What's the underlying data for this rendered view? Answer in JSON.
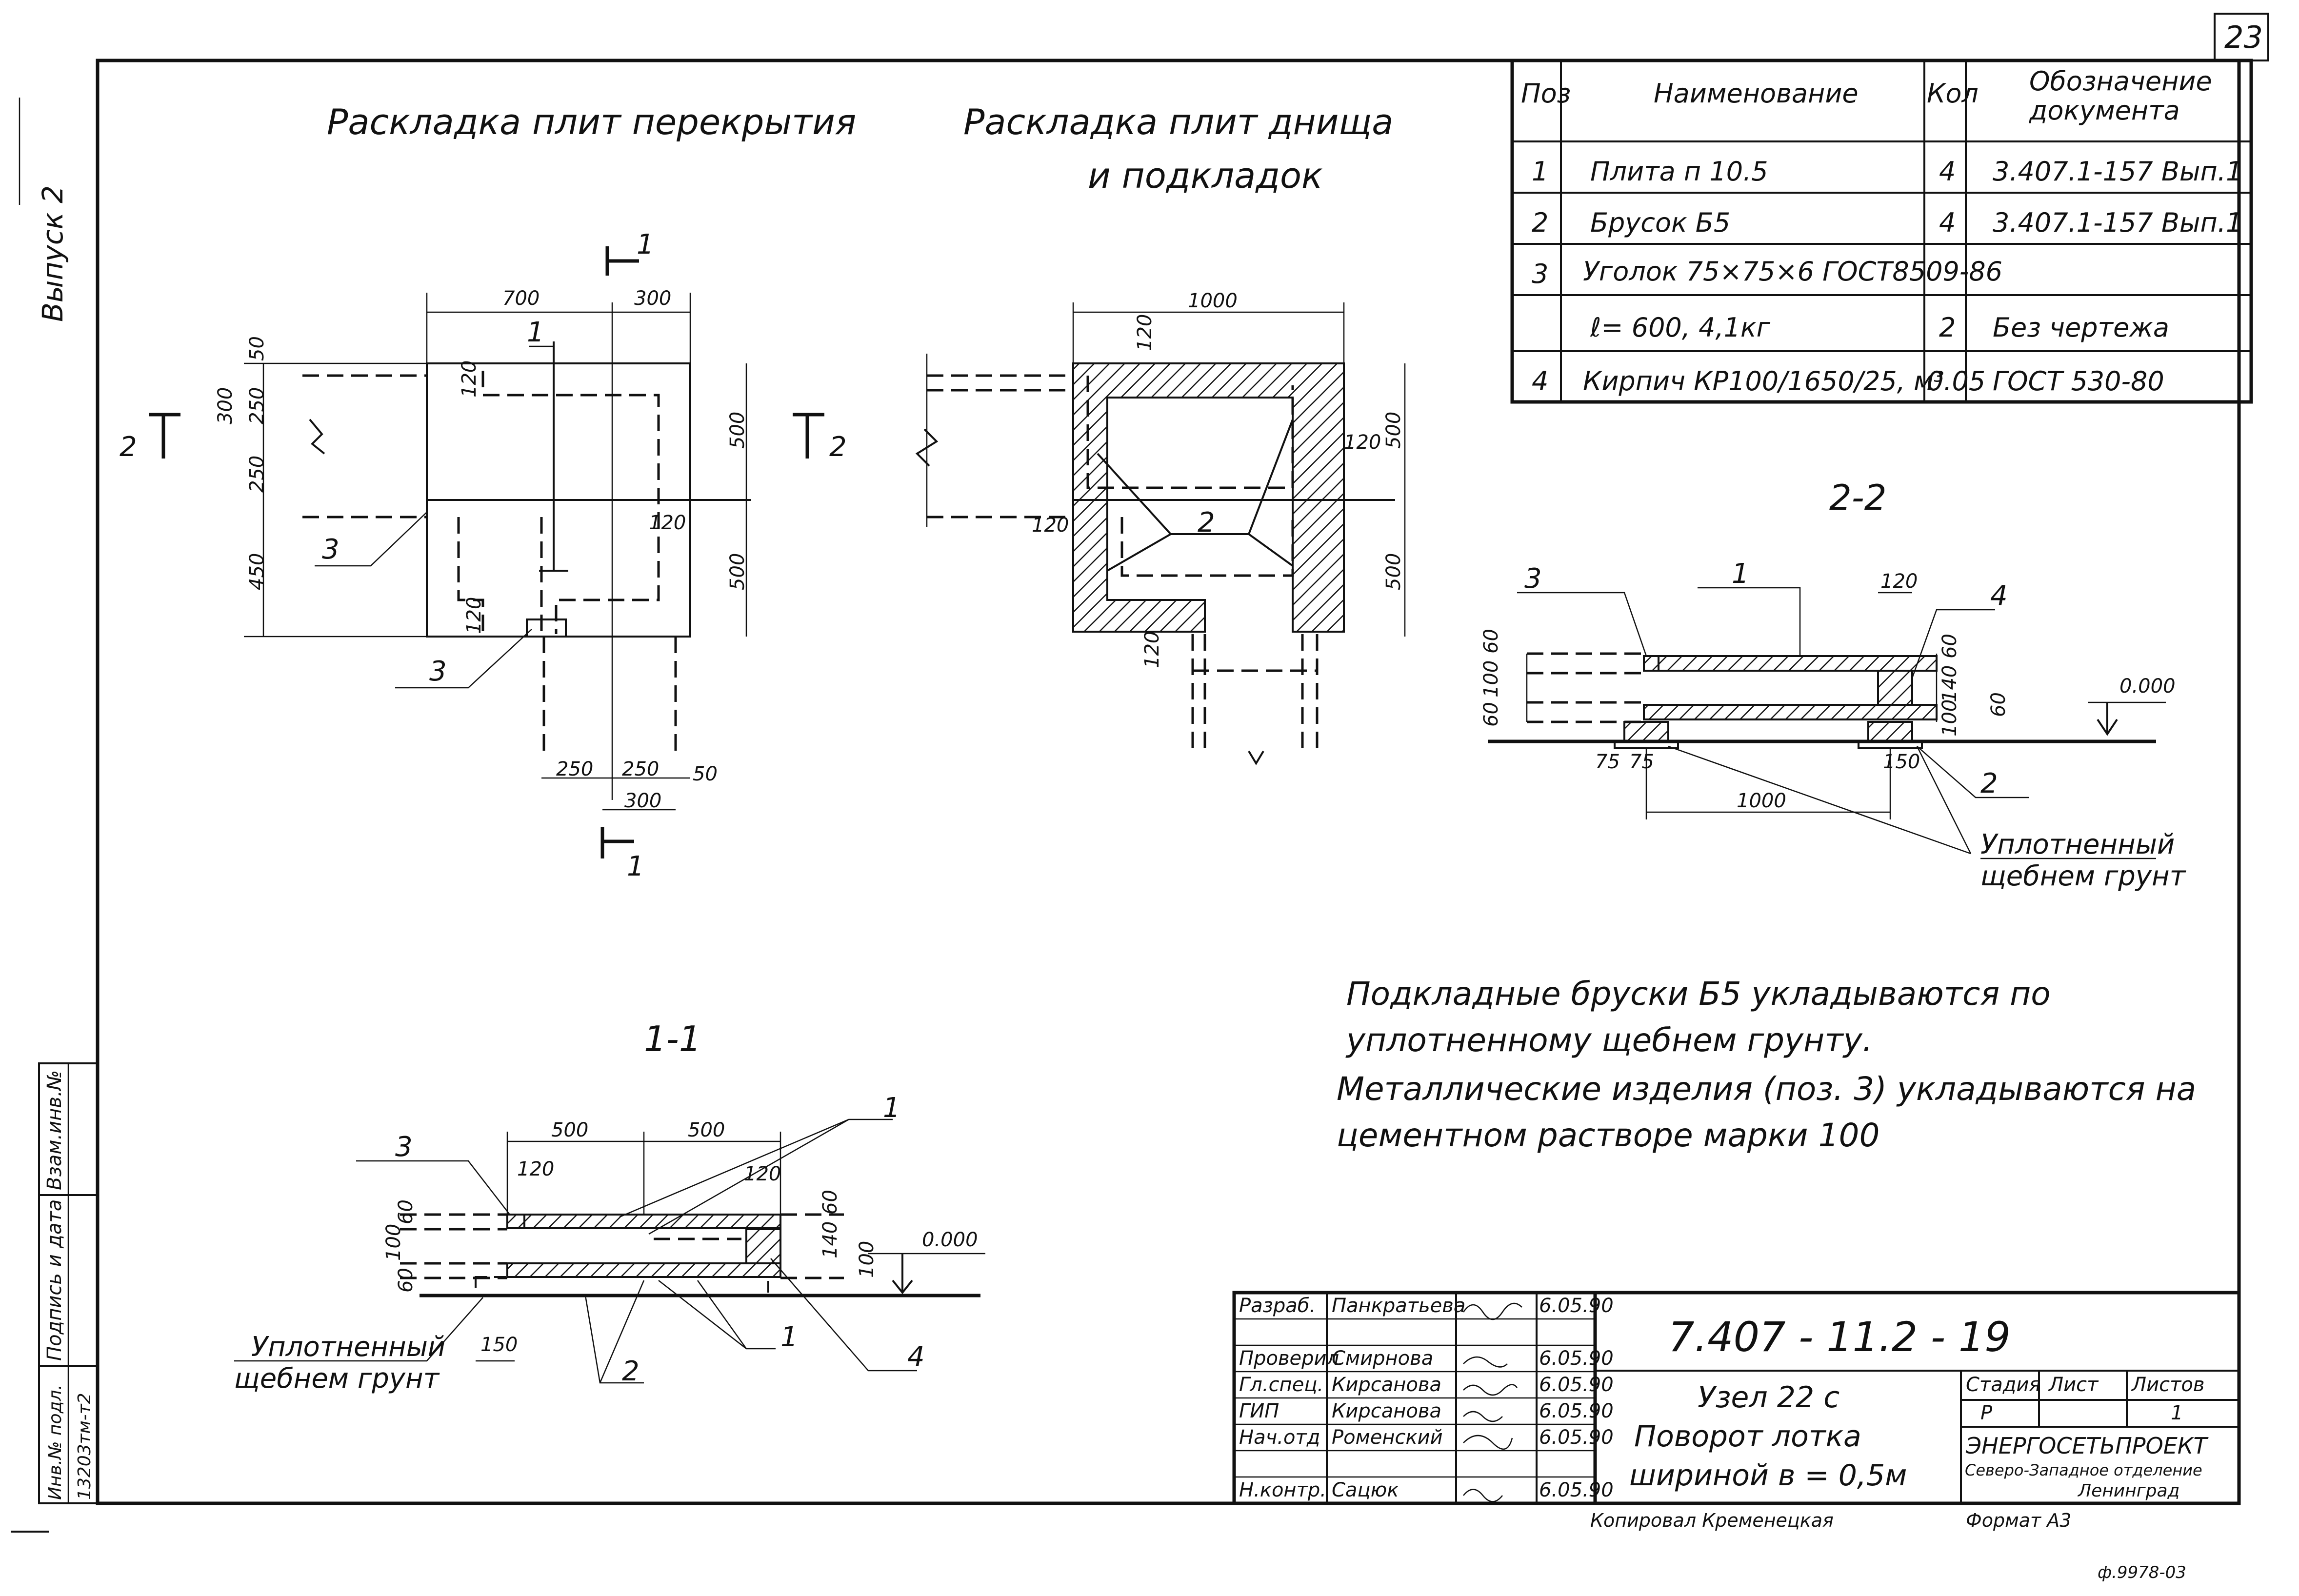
{
  "sheet": {
    "page_number": "23",
    "vypusk": "Выпуск 2",
    "copy_note": "Копировал Кременецкая",
    "format_note": "Формат А3",
    "corner_note": "ф.9978-03"
  },
  "views": {
    "slab_cover_title": "Раскладка плит перекрытия",
    "slab_bottom_title_1": "Раскладка плит днища",
    "slab_bottom_title_2": "и подкладок",
    "section_11_title": "1-1",
    "section_22_title": "2-2"
  },
  "dims_cover": {
    "d700": "700",
    "d300": "300",
    "d50a": "50",
    "d300v": "300",
    "d250a": "250",
    "d250b": "250",
    "d450": "450",
    "d500a": "500",
    "d500b": "500",
    "d120a": "120",
    "d120b": "120",
    "d120c": "120",
    "d250c": "250",
    "d250d": "250",
    "d50b": "50",
    "d300b": "300",
    "pos1": "1",
    "pos3a": "3",
    "pos3b": "3",
    "sec1top": "1",
    "sec1bot": "1",
    "sec2l": "2",
    "sec2r": "2"
  },
  "dims_bottom": {
    "d1000": "1000",
    "d120a": "120",
    "d120b": "120",
    "d120c": "120",
    "d120d": "120",
    "d500a": "500",
    "d500b": "500",
    "pos2": "2"
  },
  "dims_22": {
    "pos3": "3",
    "pos1": "1",
    "pos4": "4",
    "pos2": "2",
    "d120": "120",
    "d60a": "60",
    "d100a": "100",
    "d60b": "60",
    "d60c": "60",
    "d140": "140",
    "d100b": "100",
    "d60d": "60",
    "d75a": "75",
    "d75b": "75",
    "d150": "150",
    "d1000": "1000",
    "level": "0.000",
    "soil1": "Уплотненный",
    "soil2": "щебнем грунт"
  },
  "dims_11": {
    "pos3": "3",
    "pos1a": "1",
    "pos1b": "1",
    "pos2": "2",
    "pos4": "4",
    "d500a": "500",
    "d500b": "500",
    "d120a": "120",
    "d120b": "120",
    "d60a": "60",
    "d100a": "100",
    "d60b": "60",
    "d60c": "60",
    "d140": "140",
    "d100b": "100",
    "d150": "150",
    "level": "0.000",
    "soil1": "Уплотненный",
    "soil2": "щебнем грунт"
  },
  "spec_table": {
    "headers": [
      "Поз",
      "Наименование",
      "Кол",
      "Обозначение",
      "документа"
    ],
    "rows": [
      {
        "pos": "1",
        "name": "Плита   п 10.5",
        "qty": "4",
        "doc": "3.407.1-157  Вып.1"
      },
      {
        "pos": "2",
        "name": "Брусок  Б5",
        "qty": "4",
        "doc": "3.407.1-157  Вып.1"
      },
      {
        "pos": "3",
        "name": "Уголок  75×75×6 ГОСТ8509-86",
        "qty": "",
        "doc": ""
      },
      {
        "pos": "",
        "name": "ℓ= 600, 4,1кг",
        "qty": "2",
        "doc": "Без чертежа"
      },
      {
        "pos": "4",
        "name": "Кирпич КР100/1650/25, м³",
        "qty": "0.05",
        "doc": "ГОСТ 530-80"
      }
    ]
  },
  "notes": [
    "Подкладные бруски Б5 укладываются по",
    "уплотненному щебнем грунту.",
    "Металлические изделия (поз. 3) укладываются на",
    "цементном растворе марки 100"
  ],
  "stamp": {
    "drawing_code": "7.407 - 11.2 - 19",
    "name_1": "Узел 22 с",
    "name_2": "Поворот лотка",
    "name_3": "шириной  в = 0,5м",
    "stage_label": "Стадия",
    "sheet_label": "Лист",
    "sheets_label": "Листов",
    "stage_value": "Р",
    "sheets_value": "1",
    "org_1": "ЭНЕРГОСЕТЬПРОЕКТ",
    "org_2": "Северо-Западное отделение",
    "org_3": "Ленинград",
    "people": [
      {
        "role": "Разраб.",
        "name": "Панкратьева",
        "date": "6.05.90"
      },
      {
        "role": "",
        "name": "",
        "date": ""
      },
      {
        "role": "Проверил",
        "name": "Смирнова",
        "date": "6.05.90"
      },
      {
        "role": "Гл.спец.",
        "name": "Кирсанова",
        "date": "6.05.90"
      },
      {
        "role": "ГИП",
        "name": "Кирсанова",
        "date": "6.05.90"
      },
      {
        "role": "Нач.отд",
        "name": "Роменский",
        "date": "6.05.90"
      },
      {
        "role": "",
        "name": "",
        "date": ""
      },
      {
        "role": "Н.контр.",
        "name": "Сацюк",
        "date": "6.05.90"
      }
    ]
  },
  "side_stamp": {
    "inv_label": "Инв.№ подл.",
    "inv_value": "13203тм-т2",
    "sign_label": "Подпись и дата",
    "replace_label": "Взам.инв.№"
  }
}
